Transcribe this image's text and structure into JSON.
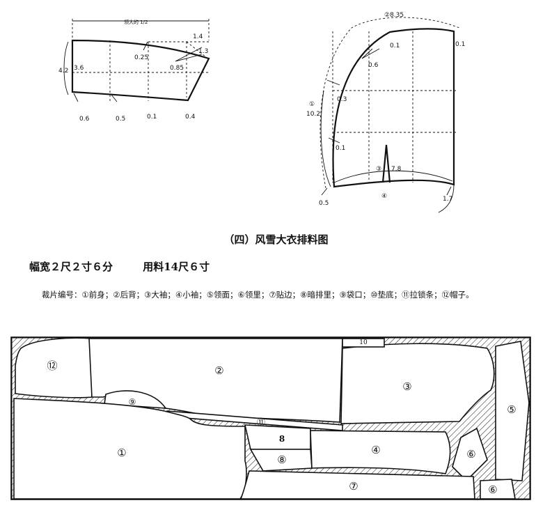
{
  "title": "（四）风雪大衣排料图",
  "spec": {
    "width": "幅宽２尺２寸６分",
    "material": "用料14尺６寸"
  },
  "legend": "裁片编号：①前身；②后背；③大袖；④小袖；⑤领面；⑥领里；⑦贴边；⑧暗排里；⑨袋口；⑩垫底；⑪拉锁条；⑫帽子。",
  "collar_labels": {
    "top": "领大的 1/2",
    "m14": "1.4",
    "m13": "1.3",
    "m025": "0.25",
    "m085": "0.85",
    "m42": "4.2",
    "m36": "3.6",
    "m06": "0.6",
    "m05": "0.5",
    "m01": "0.1",
    "m04": "0.4"
  },
  "hood_labels": {
    "top": "②8.35",
    "m01a": "0.1",
    "m01b": "0.1",
    "m06": "0.6",
    "m03": "0.3",
    "m1": "①",
    "m102": "10.2",
    "m01c": "0.1",
    "m3": "③",
    "m78": "7.8",
    "m4": "④",
    "m05": "0.5",
    "m17": "1.7"
  },
  "pieces": {
    "p1": "①",
    "p2": "②",
    "p3": "③",
    "p4": "④",
    "p5": "⑤",
    "p6a": "⑥",
    "p6b": "⑥",
    "p7": "⑦",
    "p8a": "8",
    "p8b": "⑧",
    "p9": "⑨",
    "p10": "10",
    "p11": "⑪",
    "p12": "⑫"
  }
}
